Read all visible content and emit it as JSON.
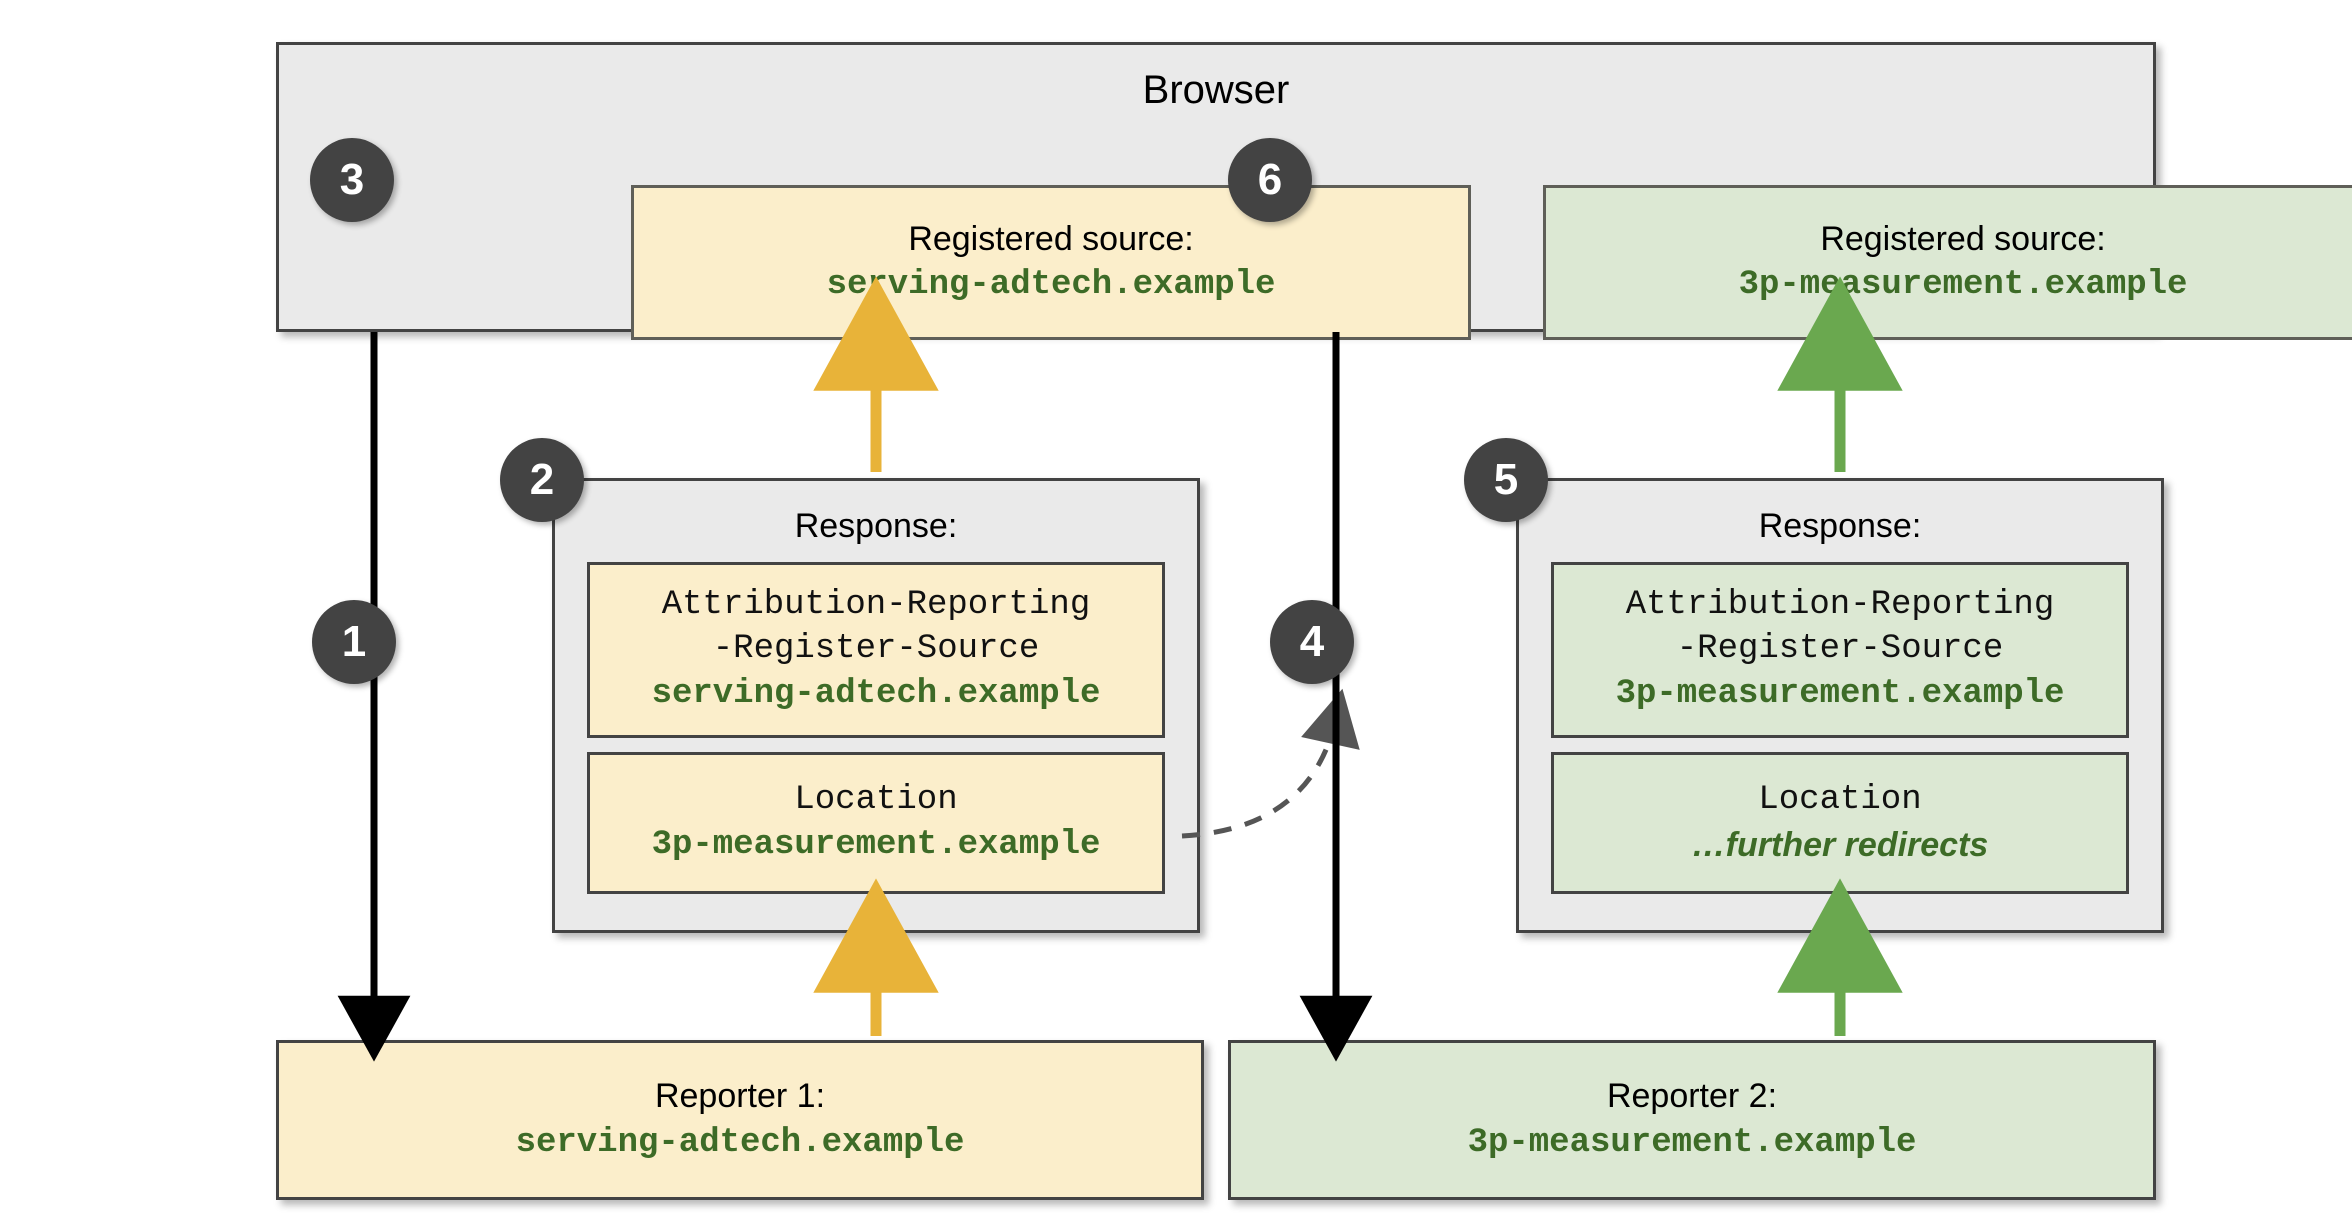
{
  "diagram": {
    "title": "Browser",
    "browser": {
      "label": "Browser",
      "registered_sources": [
        {
          "step": "3",
          "label": "Registered source:",
          "value": "serving-adtech.example",
          "color": "#fbeecb"
        },
        {
          "step": "6",
          "label": "Registered source:",
          "value": "3p-measurement.example",
          "color": "#dce8d3"
        }
      ]
    },
    "responses": [
      {
        "step": "2",
        "label": "Response:",
        "color": "#fbeecb",
        "headers": [
          {
            "name_line_1": "Attribution-Reporting",
            "name_line_2": "-Register-Source",
            "value": "serving-adtech.example"
          },
          {
            "name_line_1": "Location",
            "name_line_2": "",
            "value": "3p-measurement.example"
          }
        ]
      },
      {
        "step": "5",
        "label": "Response:",
        "color": "#dce8d3",
        "headers": [
          {
            "name_line_1": "Attribution-Reporting",
            "name_line_2": "-Register-Source",
            "value": "3p-measurement.example"
          },
          {
            "name_line_1": "Location",
            "name_line_2": "",
            "value": "…further redirects"
          }
        ]
      }
    ],
    "reporters": [
      {
        "label": "Reporter 1:",
        "value": "serving-adtech.example",
        "color": "#fbeecb"
      },
      {
        "label": "Reporter 2:",
        "value": "3p-measurement.example",
        "color": "#dce8d3"
      }
    ],
    "steps": {
      "one": "1",
      "two": "2",
      "three": "3",
      "four": "4",
      "five": "5",
      "six": "6"
    },
    "colors": {
      "yellow_fill": "#fbeecb",
      "green_fill": "#dce8d3",
      "grey_fill": "#eaeaea",
      "border": "#434343",
      "badge": "#434343",
      "mono_green_text": "#3d6b27",
      "arrow_black": "#000000",
      "arrow_yellow": "#e8b339",
      "arrow_green": "#6aa84f",
      "dashed_arrow": "#555555"
    },
    "arrows": [
      {
        "name": "browser-to-reporter-1",
        "color": "#000000",
        "style": "solid",
        "direction": "down"
      },
      {
        "name": "reporter-1-to-response-1",
        "color": "#e8b339",
        "style": "solid",
        "direction": "up"
      },
      {
        "name": "response-1-to-browser",
        "color": "#e8b339",
        "style": "solid",
        "direction": "up"
      },
      {
        "name": "location-redirect-to-step-4",
        "color": "#555555",
        "style": "dashed",
        "direction": "up"
      },
      {
        "name": "browser-to-reporter-2",
        "color": "#000000",
        "style": "solid",
        "direction": "down"
      },
      {
        "name": "reporter-2-to-response-2",
        "color": "#6aa84f",
        "style": "solid",
        "direction": "up"
      },
      {
        "name": "response-2-to-browser",
        "color": "#6aa84f",
        "style": "solid",
        "direction": "up"
      }
    ]
  }
}
